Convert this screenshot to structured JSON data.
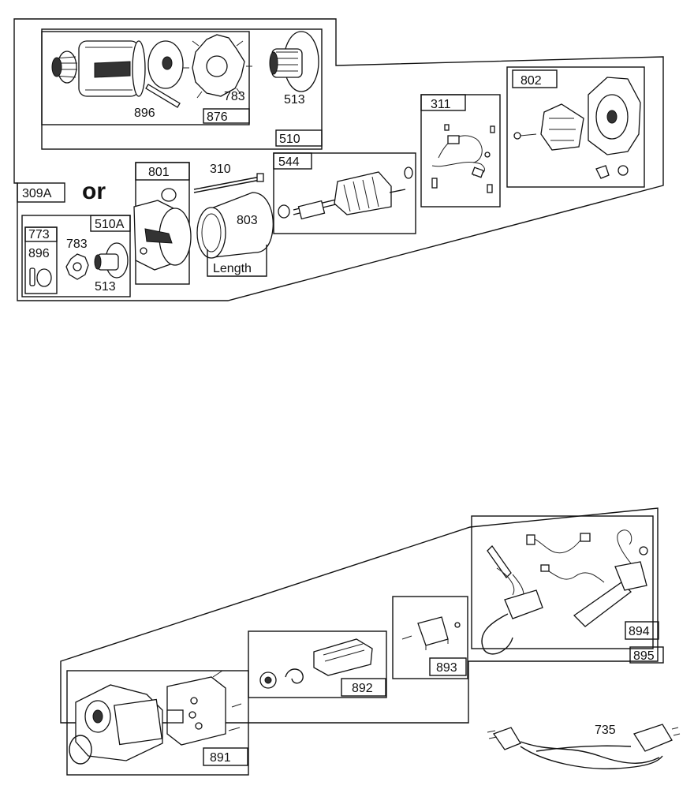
{
  "labels": {
    "l510": "510",
    "l896a": "896",
    "l876": "876",
    "l783a": "783",
    "l513a": "513",
    "l309a": "309A",
    "or": "or",
    "l801": "801",
    "l310": "310",
    "l544": "544",
    "l311": "311",
    "l802": "802",
    "l803": "803",
    "length": "Length",
    "l773": "773",
    "l510a": "510A",
    "l896b": "896",
    "l783b": "783",
    "l513b": "513",
    "l891": "891",
    "l892": "892",
    "l893": "893",
    "l894": "894",
    "l895": "895",
    "l735": "735"
  }
}
